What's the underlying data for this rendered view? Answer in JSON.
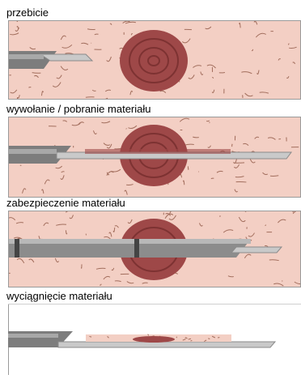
{
  "steps": [
    {
      "label": "przebicie"
    },
    {
      "label": "wywołanie / pobranie materiału"
    },
    {
      "label": "zabezpieczenie materiału"
    },
    {
      "label": "wyciągnięcie materiału"
    }
  ],
  "colors": {
    "tissue": "#f3cfc4",
    "cell_border": "#a26e5d",
    "lesion": "#9e4848",
    "lesion_dark": "#7d3232",
    "needle_light": "#d8d8d8",
    "needle_mid": "#a6a6a6",
    "needle_dark": "#5f5f5f",
    "frame": "#9a9a9a"
  }
}
